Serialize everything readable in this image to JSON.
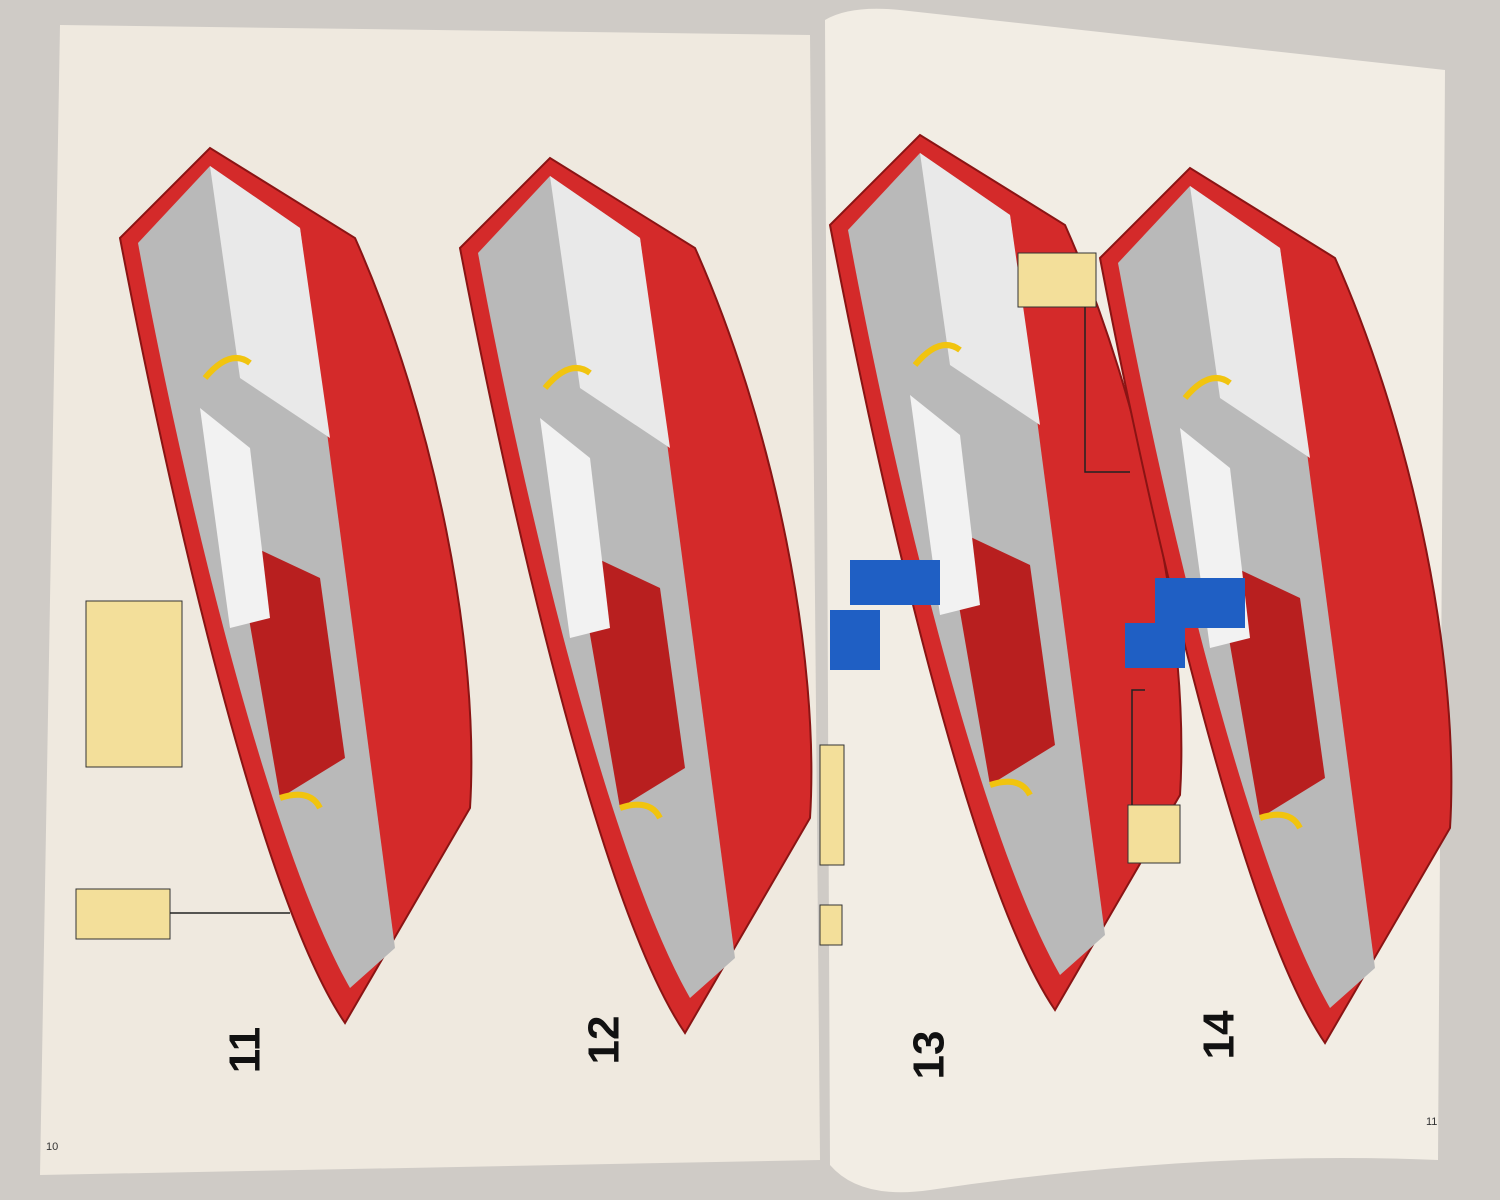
{
  "booklet": {
    "left_page": {
      "page_number": "10",
      "steps": [
        "11",
        "12"
      ]
    },
    "right_page": {
      "page_number": "11",
      "steps": [
        "13",
        "14"
      ]
    }
  },
  "colors": {
    "hull": "#d42a2a",
    "deck": "#b9b9b9",
    "callout": "#f3df9a",
    "page": "#efe9df"
  }
}
